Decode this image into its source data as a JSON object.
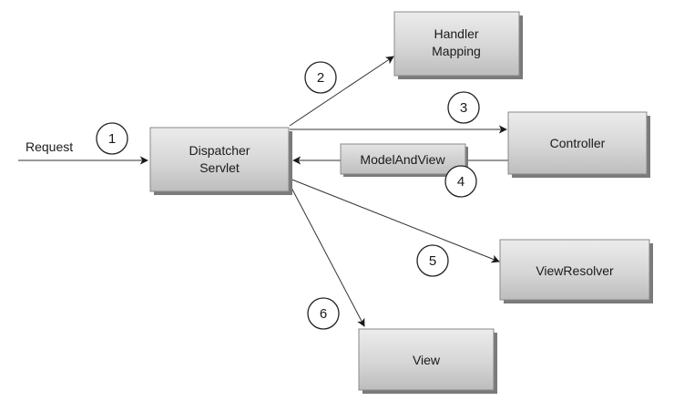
{
  "request_label": "Request",
  "components": {
    "dispatcher_servlet": [
      "Dispatcher",
      "Servlet"
    ],
    "handler_mapping": [
      "Handler",
      "Mapping"
    ],
    "controller": [
      "Controller"
    ],
    "view_resolver": [
      "ViewResolver"
    ],
    "view": [
      "View"
    ],
    "model_and_view": [
      "ModelAndView"
    ]
  },
  "steps": [
    "1",
    "2",
    "3",
    "4",
    "5",
    "6"
  ]
}
